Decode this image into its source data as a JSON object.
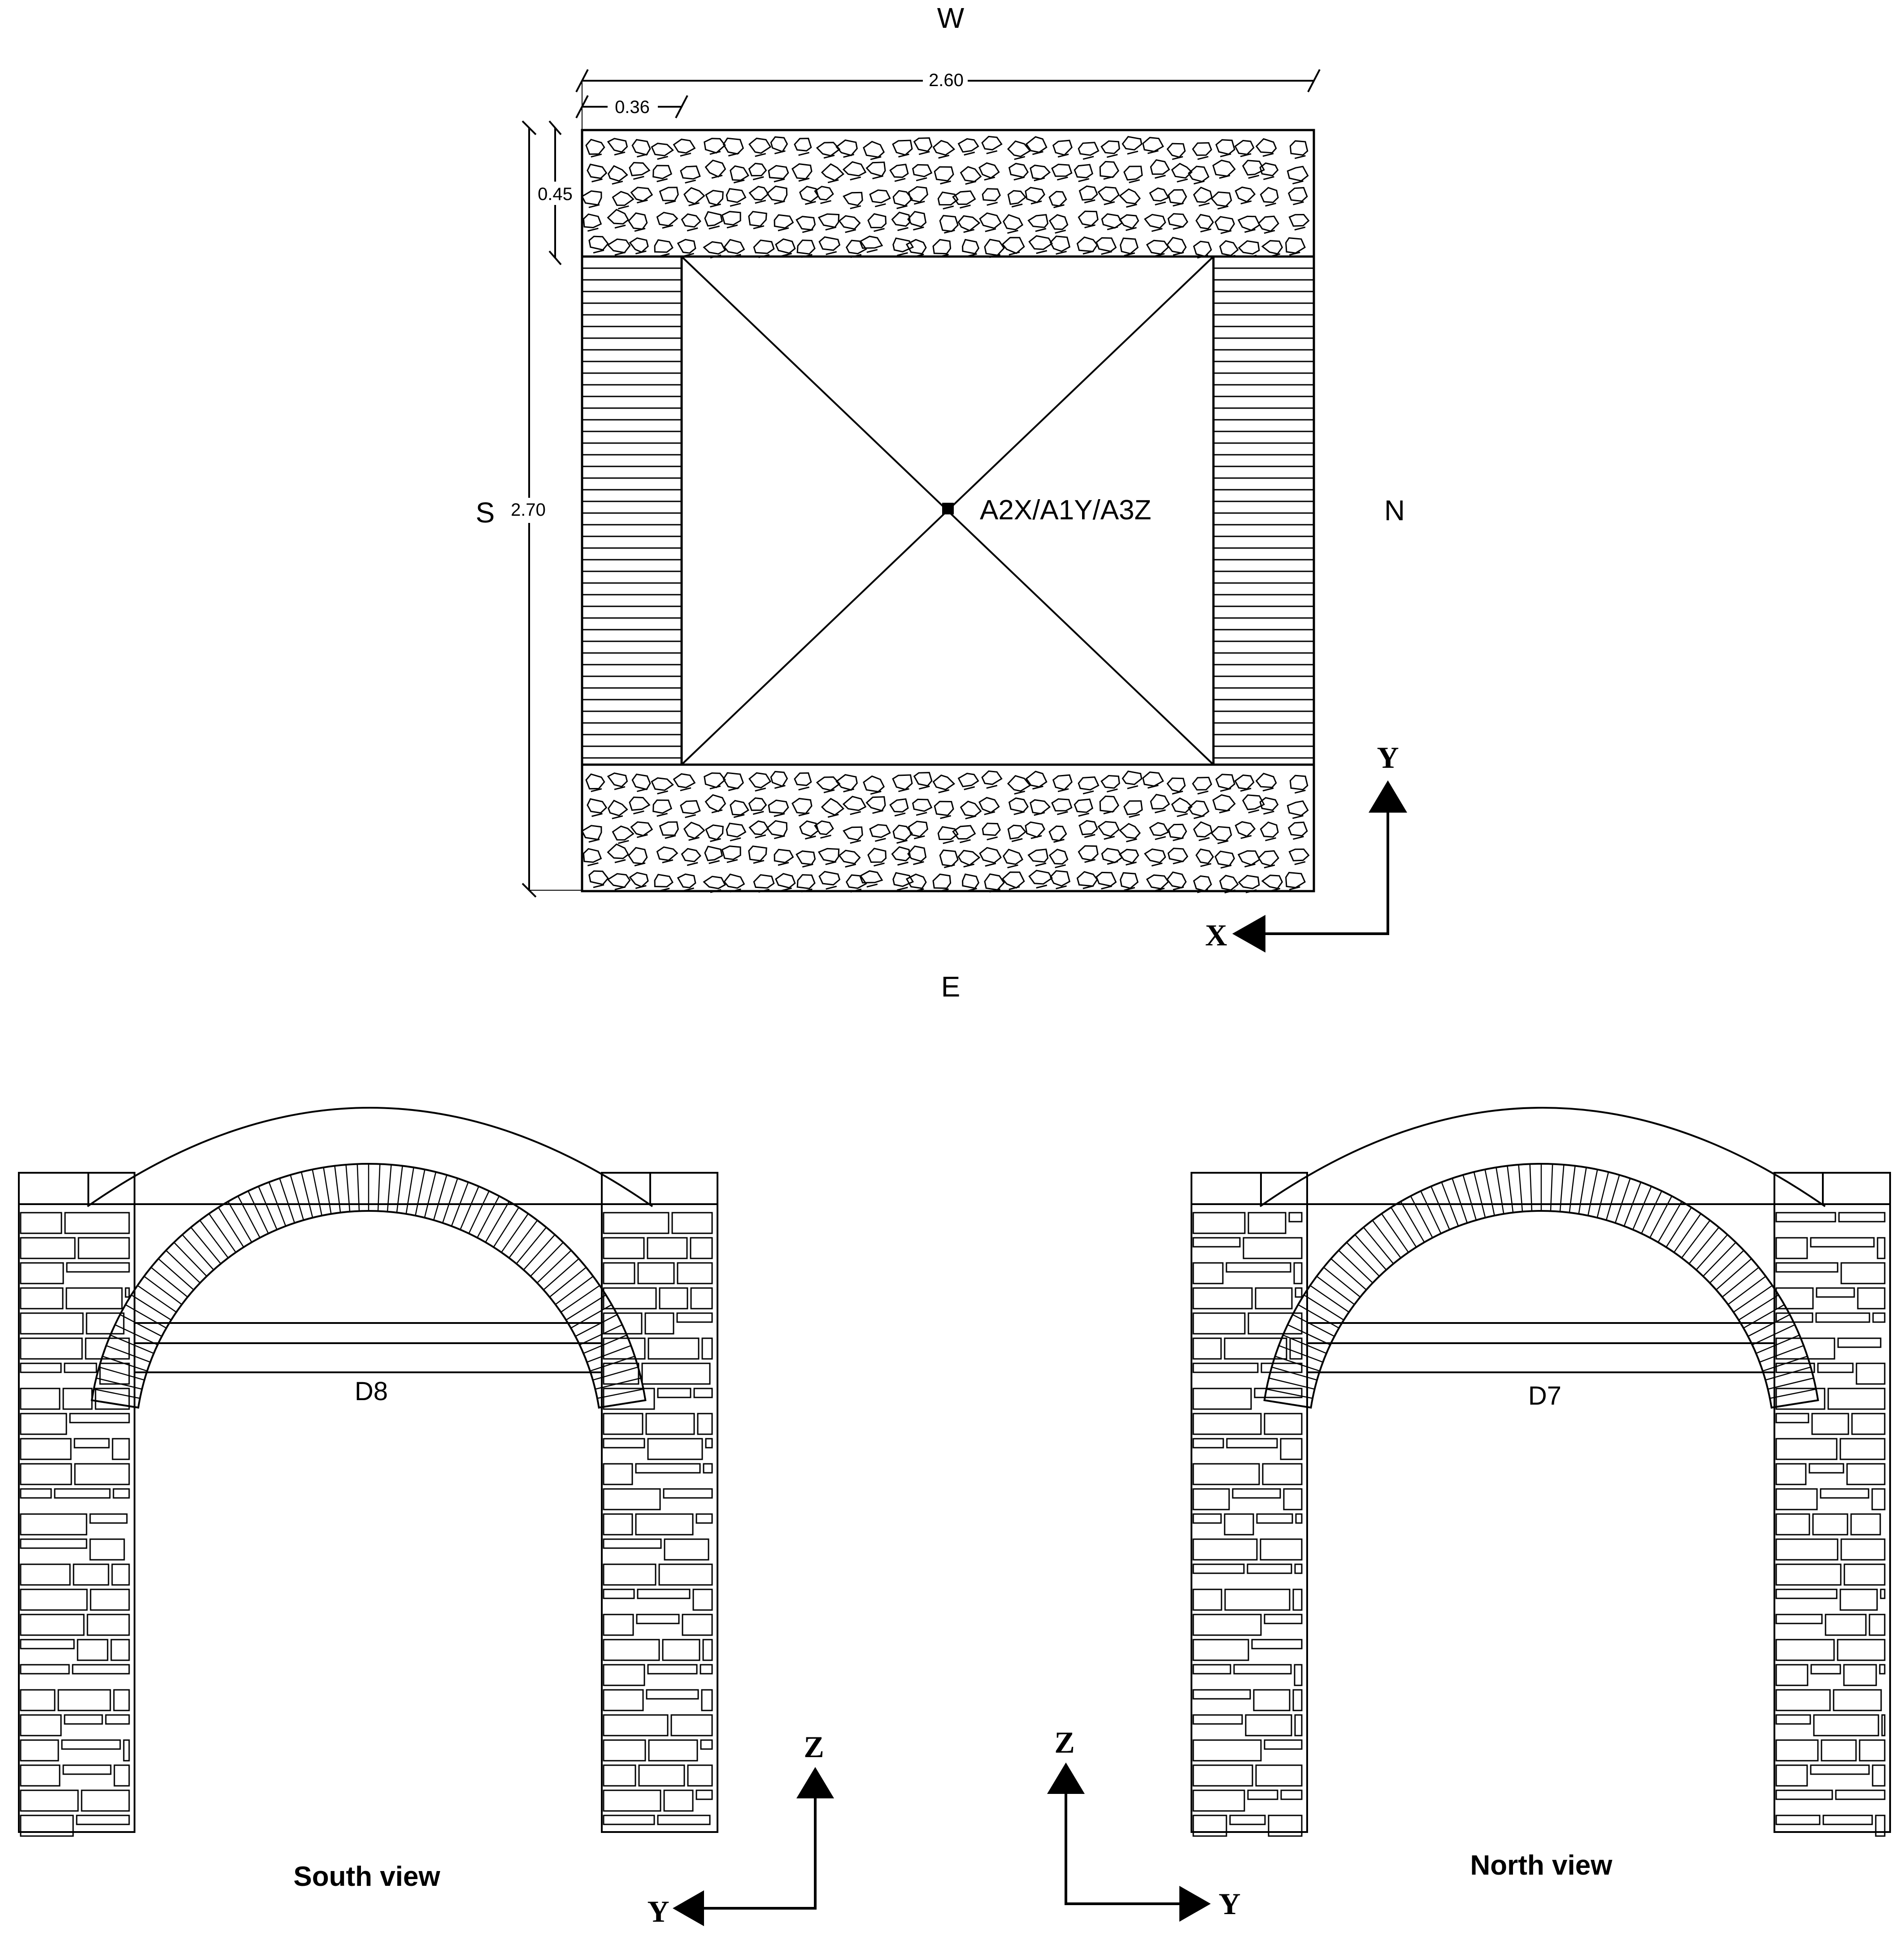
{
  "plan": {
    "orientation": {
      "top": "W",
      "bottom": "E",
      "left": "S",
      "right": "N"
    },
    "dims": {
      "width_total": "2.60",
      "wall_thickness": "0.36",
      "end_wall_depth": "0.45",
      "length_total": "2.70"
    },
    "center_label": "A2X/A1Y/A3Z",
    "axes": {
      "vertical": "Y",
      "horizontal": "X"
    }
  },
  "south_view": {
    "door_label": "D8",
    "title": "South view",
    "axes": {
      "vertical": "Z",
      "horizontal": "Y"
    }
  },
  "north_view": {
    "door_label": "D7",
    "title": "North view",
    "axes": {
      "vertical": "Z",
      "horizontal": "Y"
    }
  },
  "colors": {
    "line": "#000000",
    "background": "#ffffff"
  }
}
